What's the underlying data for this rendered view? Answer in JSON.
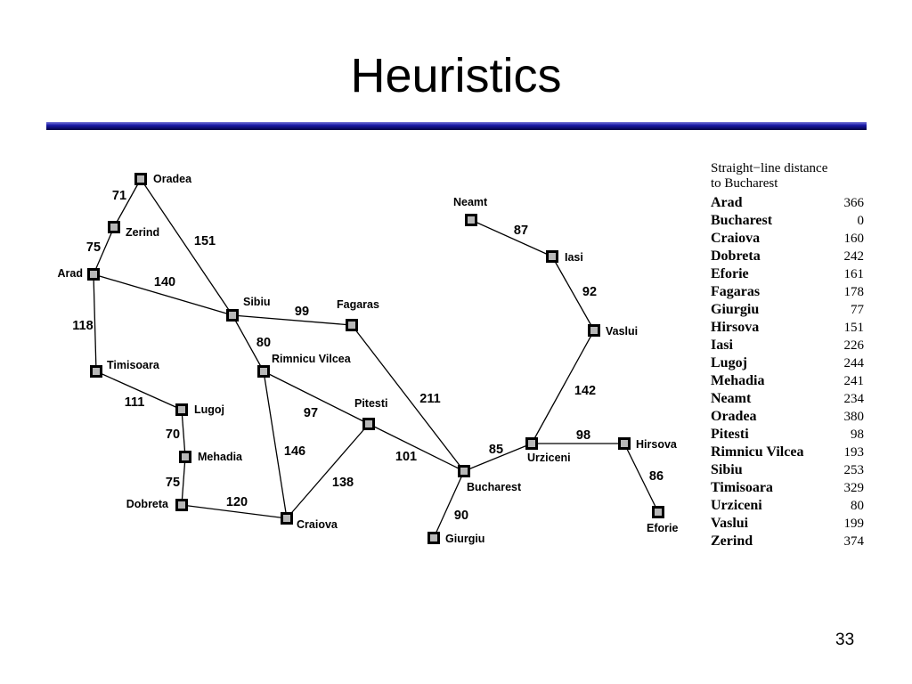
{
  "slide": {
    "title": "Heuristics",
    "page_number": "33"
  },
  "map": {
    "cities": [
      {
        "id": "oradea",
        "name": "Oradea"
      },
      {
        "id": "zerind",
        "name": "Zerind"
      },
      {
        "id": "arad",
        "name": "Arad"
      },
      {
        "id": "timisoara",
        "name": "Timisoara"
      },
      {
        "id": "lugoj",
        "name": "Lugoj"
      },
      {
        "id": "mehadia",
        "name": "Mehadia"
      },
      {
        "id": "dobreta",
        "name": "Dobreta"
      },
      {
        "id": "sibiu",
        "name": "Sibiu"
      },
      {
        "id": "fagaras",
        "name": "Fagaras"
      },
      {
        "id": "rimnicu",
        "name": "Rimnicu Vilcea"
      },
      {
        "id": "pitesti",
        "name": "Pitesti"
      },
      {
        "id": "craiova",
        "name": "Craiova"
      },
      {
        "id": "bucharest",
        "name": "Bucharest"
      },
      {
        "id": "giurgiu",
        "name": "Giurgiu"
      },
      {
        "id": "urziceni",
        "name": "Urziceni"
      },
      {
        "id": "hirsova",
        "name": "Hirsova"
      },
      {
        "id": "eforie",
        "name": "Eforie"
      },
      {
        "id": "vaslui",
        "name": "Vaslui"
      },
      {
        "id": "iasi",
        "name": "Iasi"
      },
      {
        "id": "neamt",
        "name": "Neamt"
      }
    ],
    "roads": [
      {
        "from": "oradea",
        "to": "zerind",
        "distance": "71"
      },
      {
        "from": "zerind",
        "to": "arad",
        "distance": "75"
      },
      {
        "from": "oradea",
        "to": "sibiu",
        "distance": "151"
      },
      {
        "from": "arad",
        "to": "sibiu",
        "distance": "140"
      },
      {
        "from": "arad",
        "to": "timisoara",
        "distance": "118"
      },
      {
        "from": "timisoara",
        "to": "lugoj",
        "distance": "111"
      },
      {
        "from": "lugoj",
        "to": "mehadia",
        "distance": "70"
      },
      {
        "from": "mehadia",
        "to": "dobreta",
        "distance": "75"
      },
      {
        "from": "dobreta",
        "to": "craiova",
        "distance": "120"
      },
      {
        "from": "sibiu",
        "to": "fagaras",
        "distance": "99"
      },
      {
        "from": "sibiu",
        "to": "rimnicu",
        "distance": "80"
      },
      {
        "from": "rimnicu",
        "to": "pitesti",
        "distance": "97"
      },
      {
        "from": "rimnicu",
        "to": "craiova",
        "distance": "146"
      },
      {
        "from": "craiova",
        "to": "pitesti",
        "distance": "138"
      },
      {
        "from": "fagaras",
        "to": "bucharest",
        "distance": "211"
      },
      {
        "from": "pitesti",
        "to": "bucharest",
        "distance": "101"
      },
      {
        "from": "bucharest",
        "to": "giurgiu",
        "distance": "90"
      },
      {
        "from": "bucharest",
        "to": "urziceni",
        "distance": "85"
      },
      {
        "from": "urziceni",
        "to": "hirsova",
        "distance": "98"
      },
      {
        "from": "hirsova",
        "to": "eforie",
        "distance": "86"
      },
      {
        "from": "urziceni",
        "to": "vaslui",
        "distance": "142"
      },
      {
        "from": "vaslui",
        "to": "iasi",
        "distance": "92"
      },
      {
        "from": "iasi",
        "to": "neamt",
        "distance": "87"
      }
    ]
  },
  "straight_line_table": {
    "header_line1": "Straight−line distance",
    "header_line2": "to Bucharest",
    "rows": [
      {
        "city": "Arad",
        "value": "366"
      },
      {
        "city": "Bucharest",
        "value": "0"
      },
      {
        "city": "Craiova",
        "value": "160"
      },
      {
        "city": "Dobreta",
        "value": "242"
      },
      {
        "city": "Eforie",
        "value": "161"
      },
      {
        "city": "Fagaras",
        "value": "178"
      },
      {
        "city": "Giurgiu",
        "value": "77"
      },
      {
        "city": "Hirsova",
        "value": "151"
      },
      {
        "city": "Iasi",
        "value": "226"
      },
      {
        "city": "Lugoj",
        "value": "244"
      },
      {
        "city": "Mehadia",
        "value": "241"
      },
      {
        "city": "Neamt",
        "value": "234"
      },
      {
        "city": "Oradea",
        "value": "380"
      },
      {
        "city": "Pitesti",
        "value": "98"
      },
      {
        "city": "Rimnicu Vilcea",
        "value": "193"
      },
      {
        "city": "Sibiu",
        "value": "253"
      },
      {
        "city": "Timisoara",
        "value": "329"
      },
      {
        "city": "Urziceni",
        "value": "80"
      },
      {
        "city": "Vaslui",
        "value": "199"
      },
      {
        "city": "Zerind",
        "value": "374"
      }
    ]
  }
}
